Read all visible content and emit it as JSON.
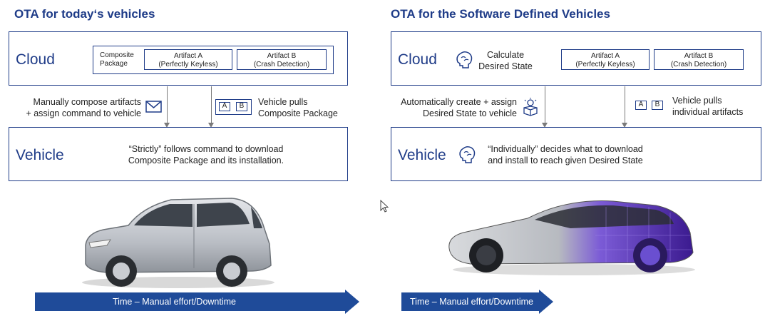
{
  "left": {
    "title": "OTA for today‘s vehicles",
    "cloud_label": "Cloud",
    "composite_package_label": "Composite\nPackage",
    "artifact_a": "Artifact A\n(Perfectly Keyless)",
    "artifact_b": "Artifact B\n(Crash Detection)",
    "manual_text": "Manually compose artifacts\n+ assign command to vehicle",
    "pull_text": "Vehicle pulls\nComposite Package",
    "mini_a": "A",
    "mini_b": "B",
    "vehicle_label": "Vehicle",
    "vehicle_text": "“Strictly” follows command to download\nComposite Package and its installation.",
    "time_label": "Time – Manual effort/Downtime"
  },
  "right": {
    "title": "OTA for the Software Defined Vehicles",
    "cloud_label": "Cloud",
    "calc_text": "Calculate\nDesired State",
    "artifact_a": "Artifact A\n(Perfectly Keyless)",
    "artifact_b": "Artifact B\n(Crash Detection)",
    "auto_text": "Automatically create + assign\nDesired State to vehicle",
    "pull_text": "Vehicle pulls\nindividual artifacts",
    "mini_a": "A",
    "mini_b": "B",
    "vehicle_label": "Vehicle",
    "vehicle_text": "“Individually” decides what to download\nand install to reach given Desired State",
    "time_label": "Time – Manual effort/Downtime"
  },
  "colors": {
    "accent": "#1f3c88",
    "time_bar": "#1f4b99",
    "line": "#7a7a7a"
  },
  "icons": [
    "envelope-icon",
    "brain-icon",
    "package-idea-icon",
    "cursor-icon",
    "hatchback-car-image",
    "concept-car-image"
  ]
}
